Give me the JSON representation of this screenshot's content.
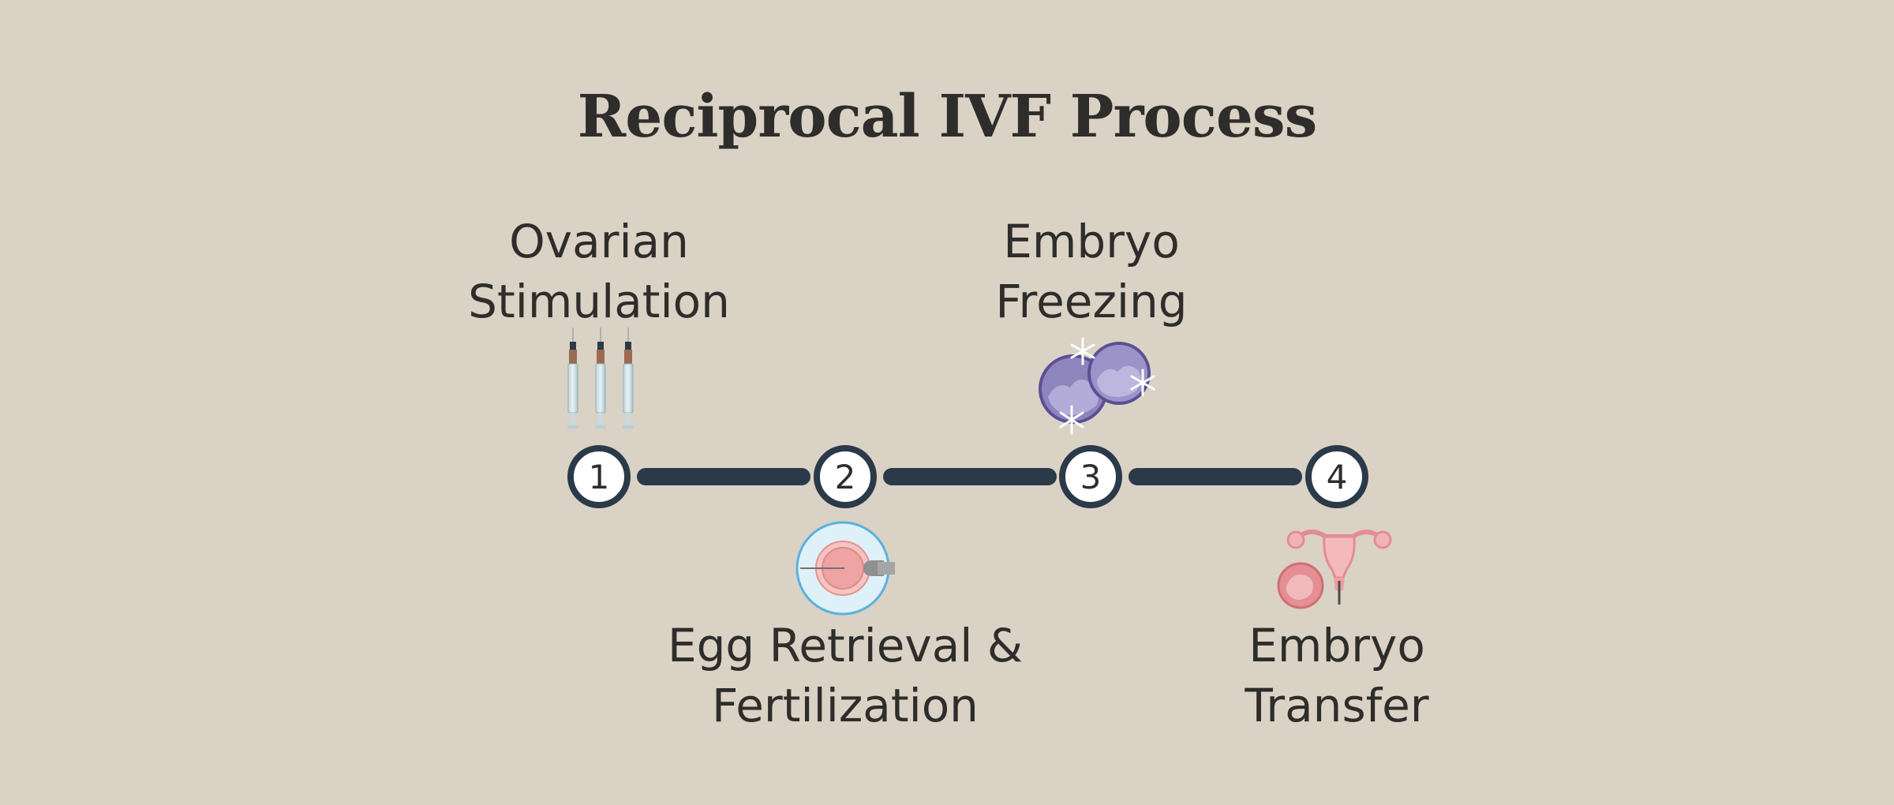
{
  "title": "Reciprocal IVF Process",
  "steps": [
    {
      "number": "1",
      "line1": "Ovarian",
      "line2": "Stimulation",
      "icon": "syringes-icon"
    },
    {
      "number": "2",
      "line1": "Egg Retrieval &",
      "line2": "Fertilization",
      "icon": "egg-retrieval-icon"
    },
    {
      "number": "3",
      "line1": "Embryo",
      "line2": "Freezing",
      "icon": "frozen-embryos-icon"
    },
    {
      "number": "4",
      "line1": "Embryo",
      "line2": "Transfer",
      "icon": "uterus-transfer-icon"
    }
  ],
  "colors": {
    "background": "#dad2c5",
    "line": "#2b3a49",
    "text": "#2e2d2b",
    "node_fill": "#ffffff"
  }
}
